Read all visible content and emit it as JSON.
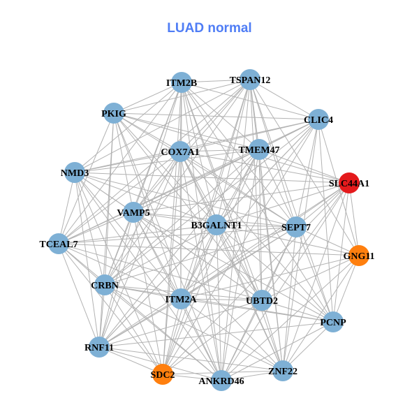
{
  "title": "LUAD normal",
  "colors": {
    "default": "#7eb0d5",
    "orange": "#ff7f0e",
    "red": "#e41a1c",
    "edge": "#b3b3b3"
  },
  "nodes": [
    {
      "name": "ITM2B",
      "color": "default"
    },
    {
      "name": "TSPAN12",
      "color": "default"
    },
    {
      "name": "PKIG",
      "color": "default"
    },
    {
      "name": "CLIC4",
      "color": "default"
    },
    {
      "name": "COX7A1",
      "color": "default"
    },
    {
      "name": "TMEM47",
      "color": "default"
    },
    {
      "name": "NMD3",
      "color": "default"
    },
    {
      "name": "SLC44A1",
      "color": "red"
    },
    {
      "name": "VAMP5",
      "color": "default"
    },
    {
      "name": "B3GALNT1",
      "color": "default"
    },
    {
      "name": "SEPT7",
      "color": "default"
    },
    {
      "name": "TCEAL7",
      "color": "default"
    },
    {
      "name": "GNG11",
      "color": "orange"
    },
    {
      "name": "CRBN",
      "color": "default"
    },
    {
      "name": "ITM2A",
      "color": "default"
    },
    {
      "name": "UBTD2",
      "color": "default"
    },
    {
      "name": "PCNP",
      "color": "default"
    },
    {
      "name": "RNF11",
      "color": "default"
    },
    {
      "name": "SDC2",
      "color": "orange"
    },
    {
      "name": "ANKRD46",
      "color": "default"
    },
    {
      "name": "ZNF22",
      "color": "default"
    }
  ],
  "edges": [
    [
      0,
      1
    ],
    [
      0,
      2
    ],
    [
      0,
      3
    ],
    [
      0,
      4
    ],
    [
      0,
      5
    ],
    [
      0,
      6
    ],
    [
      0,
      8
    ],
    [
      0,
      9
    ],
    [
      0,
      10
    ],
    [
      0,
      11
    ],
    [
      0,
      13
    ],
    [
      0,
      14
    ],
    [
      0,
      15
    ],
    [
      0,
      17
    ],
    [
      0,
      18
    ],
    [
      0,
      19
    ],
    [
      0,
      20
    ],
    [
      0,
      16
    ],
    [
      1,
      2
    ],
    [
      1,
      3
    ],
    [
      1,
      4
    ],
    [
      1,
      5
    ],
    [
      1,
      6
    ],
    [
      1,
      8
    ],
    [
      1,
      9
    ],
    [
      1,
      10
    ],
    [
      1,
      12
    ],
    [
      1,
      13
    ],
    [
      1,
      14
    ],
    [
      1,
      15
    ],
    [
      1,
      16
    ],
    [
      1,
      18
    ],
    [
      1,
      19
    ],
    [
      1,
      20
    ],
    [
      1,
      11
    ],
    [
      2,
      3
    ],
    [
      2,
      4
    ],
    [
      2,
      5
    ],
    [
      2,
      7
    ],
    [
      2,
      8
    ],
    [
      2,
      9
    ],
    [
      2,
      10
    ],
    [
      2,
      11
    ],
    [
      2,
      13
    ],
    [
      2,
      14
    ],
    [
      2,
      15
    ],
    [
      2,
      17
    ],
    [
      2,
      19
    ],
    [
      3,
      4
    ],
    [
      3,
      5
    ],
    [
      3,
      6
    ],
    [
      3,
      8
    ],
    [
      3,
      9
    ],
    [
      3,
      10
    ],
    [
      3,
      11
    ],
    [
      3,
      12
    ],
    [
      3,
      13
    ],
    [
      3,
      14
    ],
    [
      3,
      16
    ],
    [
      3,
      17
    ],
    [
      3,
      18
    ],
    [
      3,
      20
    ],
    [
      4,
      5
    ],
    [
      4,
      6
    ],
    [
      4,
      7
    ],
    [
      4,
      8
    ],
    [
      4,
      9
    ],
    [
      4,
      10
    ],
    [
      4,
      11
    ],
    [
      4,
      13
    ],
    [
      4,
      14
    ],
    [
      4,
      15
    ],
    [
      4,
      16
    ],
    [
      4,
      17
    ],
    [
      4,
      18
    ],
    [
      4,
      19
    ],
    [
      4,
      20
    ],
    [
      5,
      6
    ],
    [
      5,
      7
    ],
    [
      5,
      8
    ],
    [
      5,
      9
    ],
    [
      5,
      10
    ],
    [
      5,
      11
    ],
    [
      5,
      13
    ],
    [
      5,
      14
    ],
    [
      5,
      15
    ],
    [
      5,
      17
    ],
    [
      5,
      18
    ],
    [
      5,
      19
    ],
    [
      5,
      20
    ],
    [
      6,
      7
    ],
    [
      6,
      8
    ],
    [
      6,
      9
    ],
    [
      6,
      10
    ],
    [
      6,
      11
    ],
    [
      6,
      13
    ],
    [
      6,
      14
    ],
    [
      6,
      15
    ],
    [
      6,
      17
    ],
    [
      6,
      18
    ],
    [
      6,
      19
    ],
    [
      7,
      8
    ],
    [
      7,
      9
    ],
    [
      7,
      10
    ],
    [
      7,
      12
    ],
    [
      7,
      14
    ],
    [
      7,
      15
    ],
    [
      7,
      16
    ],
    [
      7,
      17
    ],
    [
      7,
      18
    ],
    [
      7,
      19
    ],
    [
      7,
      20
    ],
    [
      8,
      9
    ],
    [
      8,
      10
    ],
    [
      8,
      11
    ],
    [
      8,
      13
    ],
    [
      8,
      14
    ],
    [
      8,
      15
    ],
    [
      8,
      16
    ],
    [
      8,
      17
    ],
    [
      8,
      18
    ],
    [
      8,
      19
    ],
    [
      8,
      20
    ],
    [
      9,
      10
    ],
    [
      9,
      11
    ],
    [
      9,
      12
    ],
    [
      9,
      13
    ],
    [
      9,
      14
    ],
    [
      9,
      15
    ],
    [
      9,
      16
    ],
    [
      9,
      17
    ],
    [
      9,
      18
    ],
    [
      9,
      19
    ],
    [
      9,
      20
    ],
    [
      10,
      11
    ],
    [
      10,
      12
    ],
    [
      10,
      13
    ],
    [
      10,
      14
    ],
    [
      10,
      15
    ],
    [
      10,
      16
    ],
    [
      10,
      17
    ],
    [
      10,
      19
    ],
    [
      10,
      20
    ],
    [
      11,
      13
    ],
    [
      11,
      14
    ],
    [
      11,
      15
    ],
    [
      11,
      17
    ],
    [
      11,
      18
    ],
    [
      11,
      19
    ],
    [
      11,
      12
    ],
    [
      12,
      14
    ],
    [
      12,
      15
    ],
    [
      12,
      16
    ],
    [
      12,
      19
    ],
    [
      12,
      20
    ],
    [
      13,
      14
    ],
    [
      13,
      15
    ],
    [
      13,
      16
    ],
    [
      13,
      17
    ],
    [
      13,
      18
    ],
    [
      13,
      19
    ],
    [
      13,
      20
    ],
    [
      14,
      15
    ],
    [
      14,
      16
    ],
    [
      14,
      17
    ],
    [
      14,
      18
    ],
    [
      14,
      19
    ],
    [
      14,
      20
    ],
    [
      15,
      16
    ],
    [
      15,
      17
    ],
    [
      15,
      18
    ],
    [
      15,
      19
    ],
    [
      15,
      20
    ],
    [
      16,
      17
    ],
    [
      16,
      19
    ],
    [
      16,
      20
    ],
    [
      17,
      18
    ],
    [
      17,
      19
    ],
    [
      17,
      20
    ],
    [
      18,
      19
    ],
    [
      18,
      20
    ],
    [
      19,
      20
    ]
  ]
}
